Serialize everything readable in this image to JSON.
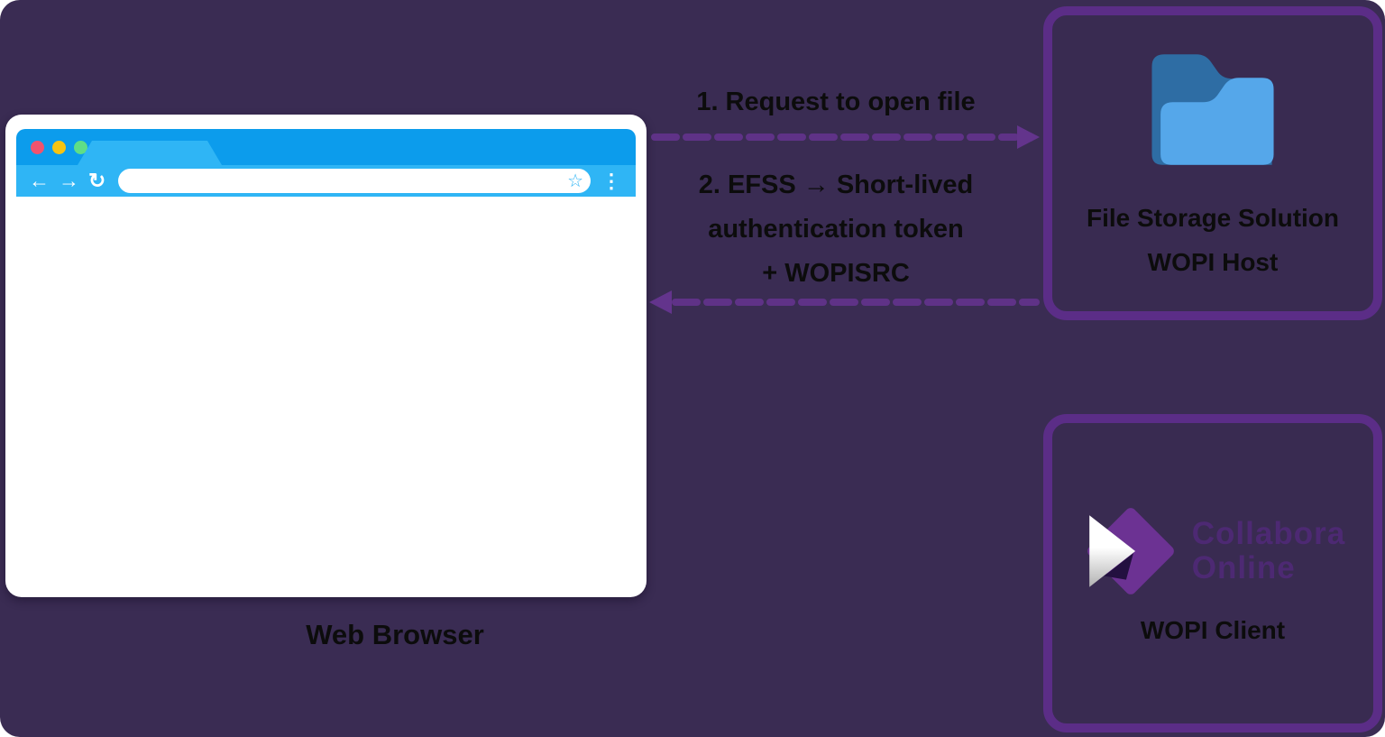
{
  "colors": {
    "background": "#3A2C53",
    "box_border": "#5B2D87",
    "arrow": "#5F3287",
    "browser_topbar": "#0C9CEC",
    "browser_toolbar": "#2FB5F5",
    "window_dot_red": "#F1536E",
    "window_dot_yellow": "#F7C411",
    "window_dot_green": "#5FDE87",
    "folder_back": "#2E6DA4",
    "folder_front": "#55A7EA",
    "collabora_diamond": "#6C3293",
    "collabora_wordmark": "#4D2973",
    "label_text": "#0C0C0C"
  },
  "browser": {
    "label": "Web Browser",
    "back_icon": "←",
    "forward_icon": "→",
    "reload_icon": "↻",
    "url_value": "",
    "star_icon": "☆",
    "menu_icon": "⋮"
  },
  "flow": {
    "step1": {
      "label": "1. Request to open file",
      "direction": "right"
    },
    "step2": {
      "line1": "2. EFSS → Short-lived",
      "line2": "authentication token",
      "line3": "+ WOPISRC",
      "direction": "left"
    }
  },
  "wopi_host": {
    "icon": "folder-icon",
    "title_line1": "File Storage Solution",
    "title_line2": "WOPI Host"
  },
  "wopi_client": {
    "icon": "collabora-logo-icon",
    "logo_line1": "Collabora",
    "logo_line2": "Online",
    "label": "WOPI Client"
  }
}
